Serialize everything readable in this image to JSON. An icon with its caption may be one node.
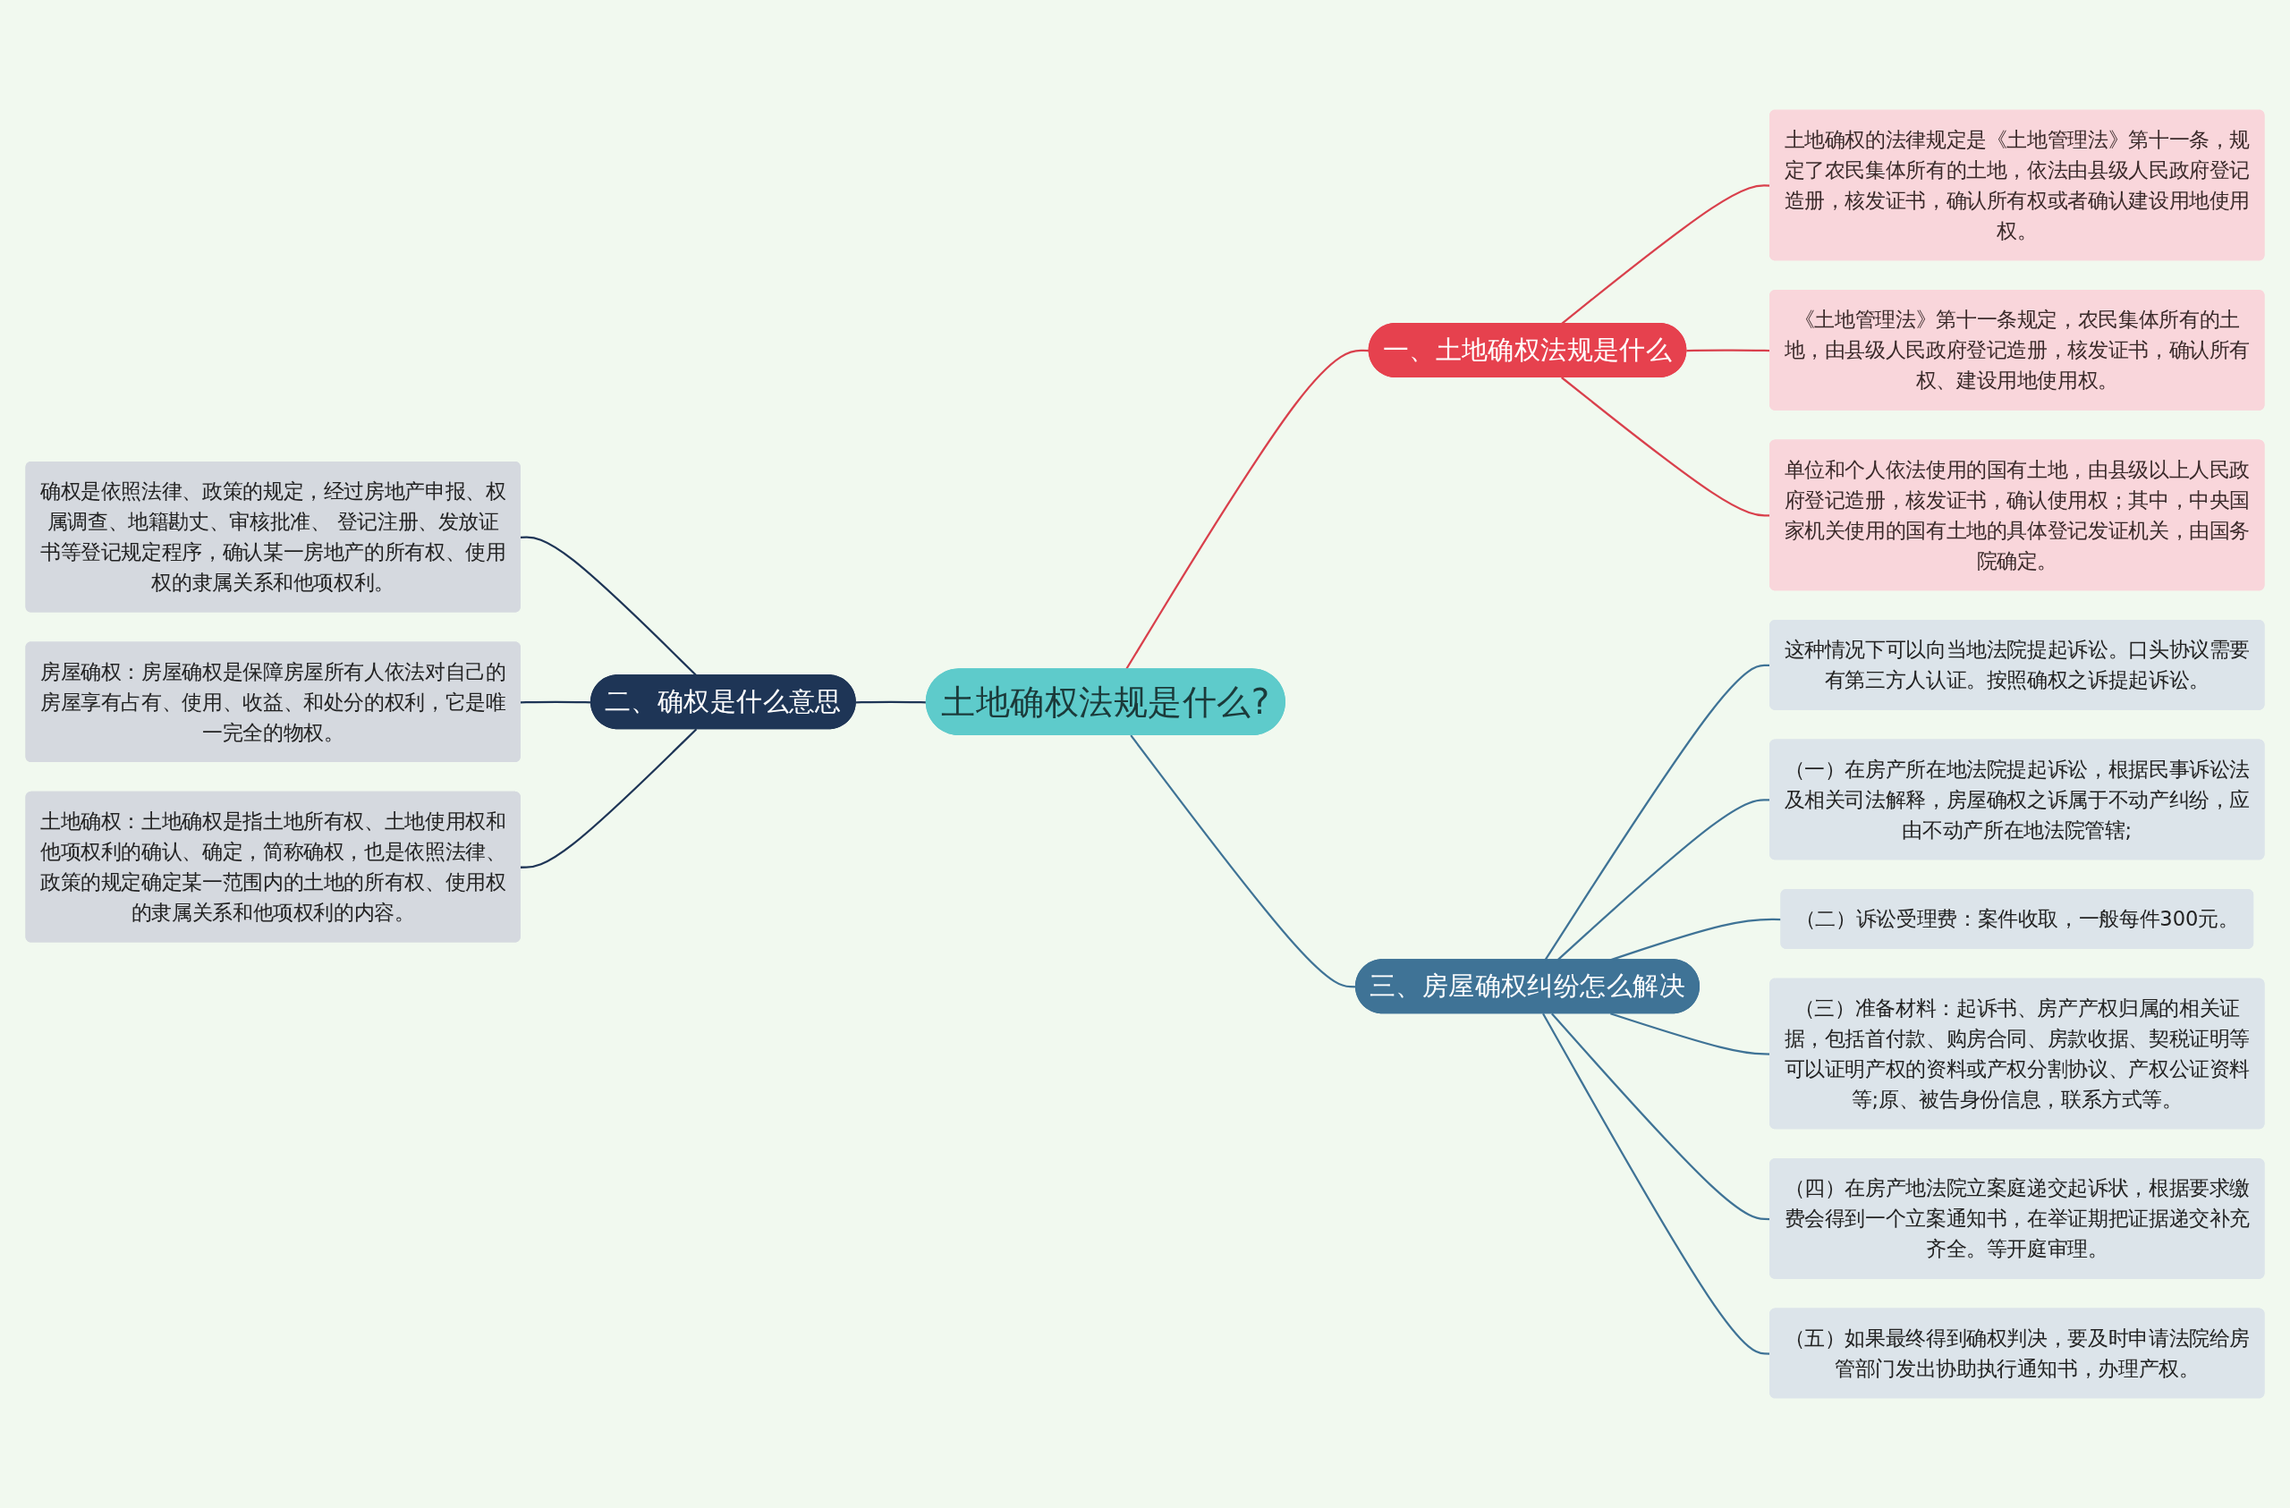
{
  "diagram": {
    "nodes": [
      {
        "text": [
          "土地确权法规是什么?"
        ]
      },
      {
        "text": [
          "一、土地确权法规是什么"
        ]
      },
      {
        "text": [
          "土地确权的法律规定是《土地管理法》第十一条，规定了农民集体所有的土地，依法由县级人民政府登记造册，核发证书，确认所有权或者确认建设用地使用权。"
        ]
      },
      {
        "text": [
          "《土地管理法》第十一条规定，农民集体所有的土地，由县级人民政府登记造册，核发证书，确认所有权、建设用地使用权。"
        ]
      },
      {
        "text": [
          "单位和个人依法使用的国有土地，由县级以上人民政府登记造册，核发证书，确认使用权；其中，中央国家机关使用的国有土地的具体登记发证机关，由国务院确定。"
        ]
      },
      {
        "text": [
          "二、确权是什么意思"
        ]
      },
      {
        "text": [
          "确权是依照法律、政策的规定，经过房地产申报、权属调查、地籍勘丈、审核批准、 登记注册、发放证书等登记规定程序，确认某一房地产的所有权、使用权的隶属关系和他项权利。"
        ]
      },
      {
        "text": [
          "房屋确权：房屋确权是保障房屋所有人依法对自己的房屋享有占有、使用、收益、和处分的权利，它是唯一完全的物权。"
        ]
      },
      {
        "text": [
          "土地确权：土地确权是指土地所有权、土地使用权和他项权利的确认、确定，简称确权，也是依照法律、政策的规定确定某一范围内的土地的所有权、使用权的隶属关系和他项权利的内容。"
        ]
      },
      {
        "text": [
          "三、房屋确权纠纷怎么解决"
        ]
      },
      {
        "text": [
          "这种情况下可以向当地法院提起诉讼。口头协议需要有第三方人认证。按照确权之诉提起诉讼。"
        ]
      },
      {
        "text": [
          "（一）在房产所在地法院提起诉讼，根据民事诉讼法及相关司法解释，房屋确权之诉属于不动产纠纷，应由不动产所在地法院管辖;"
        ]
      },
      {
        "text": [
          "（二）诉讼受理费：案件收取，一般每件300元。"
        ]
      },
      {
        "text": [
          "（三）准备材料：起诉书、房产产权归属的相关证据，包括首付款、购房合同、房款收据、契税证明等可以证明产权的资料或产权分割协议、产权公证资料等;原、被告身份信息，联系方式等。"
        ]
      },
      {
        "text": [
          "（四）在房产地法院立案庭递交起诉状，根据要求缴费会得到一个立案通知书，在举证期把证据递交补充齐全。等开庭审理。"
        ]
      },
      {
        "text": [
          "（五）如果最终得到确权判决，要及时申请法院给房管部门发出协助执行通知书，办理产权。"
        ]
      }
    ],
    "edges": [
      {
        "from": 0,
        "to": 1,
        "arrow": "none",
        "color": "#d9404c"
      },
      {
        "from": 1,
        "to": 2,
        "arrow": "none",
        "color": "#d9404c"
      },
      {
        "from": 1,
        "to": 3,
        "arrow": "none",
        "color": "#d9404c"
      },
      {
        "from": 1,
        "to": 4,
        "arrow": "none",
        "color": "#d9404c"
      },
      {
        "from": 5,
        "to": 0,
        "arrow": "none",
        "color": "#1e3556"
      },
      {
        "from": 6,
        "to": 5,
        "arrow": "none",
        "color": "#1e3556"
      },
      {
        "from": 7,
        "to": 5,
        "arrow": "none",
        "color": "#1e3556"
      },
      {
        "from": 8,
        "to": 5,
        "arrow": "none",
        "color": "#1e3556"
      },
      {
        "from": 0,
        "to": 9,
        "arrow": "none"
      },
      {
        "from": 9,
        "to": 10,
        "arrow": "none"
      },
      {
        "from": 9,
        "to": 11,
        "arrow": "none"
      },
      {
        "from": 9,
        "to": 12,
        "arrow": "none"
      },
      {
        "from": 9,
        "to": 13,
        "arrow": "none"
      },
      {
        "from": 9,
        "to": 14,
        "arrow": "none"
      },
      {
        "from": 9,
        "to": 15,
        "arrow": "none"
      }
    ]
  }
}
